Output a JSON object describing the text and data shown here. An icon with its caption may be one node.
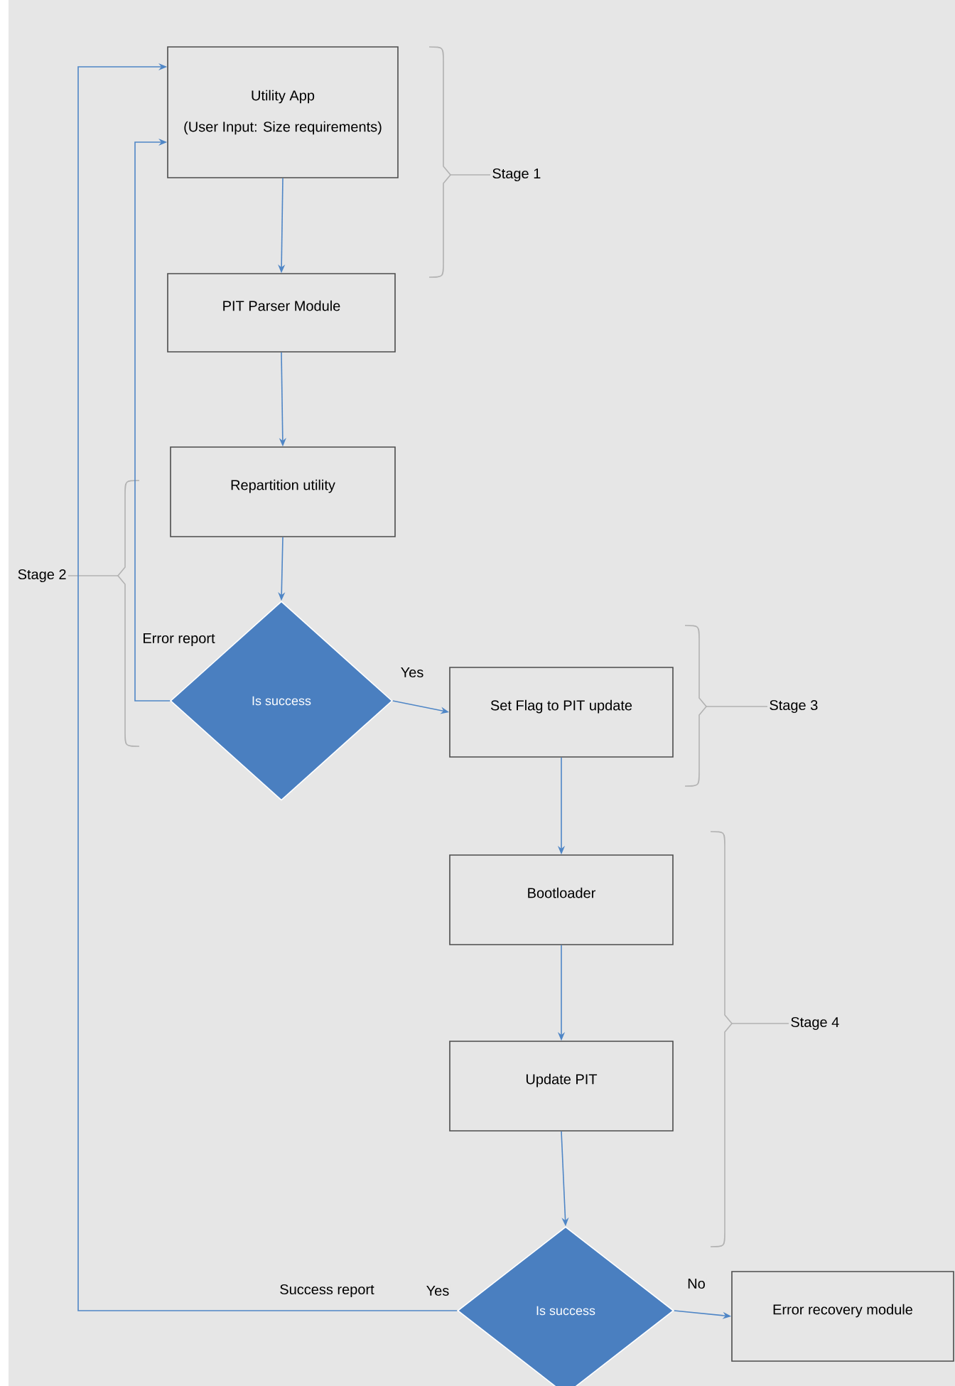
{
  "diagram": {
    "nodes": [
      {
        "text": [
          "Utility App",
          "(User Input: Size requirements)"
        ]
      },
      {
        "text": [
          "PIT Parser Module"
        ]
      },
      {
        "text": [
          "Repartition utility"
        ]
      },
      {
        "text": [
          "Is success"
        ]
      },
      {
        "text": [
          "Set Flag to PIT update"
        ]
      },
      {
        "text": [
          "Bootloader"
        ]
      },
      {
        "text": [
          "Update PIT"
        ]
      },
      {
        "text": [
          "Is success"
        ]
      },
      {
        "text": [
          "Error recovery module"
        ]
      }
    ],
    "edges": [
      {
        "from": 0,
        "to": 1,
        "arrow": "to"
      },
      {
        "from": 1,
        "to": 2,
        "arrow": "to"
      },
      {
        "from": 2,
        "to": 3,
        "arrow": "to"
      },
      {
        "from": 3,
        "to": 4,
        "arrow": "to",
        "label": "Yes"
      },
      {
        "from": 3,
        "to": 0,
        "arrow": "to",
        "label": "Error report"
      },
      {
        "from": 4,
        "to": 5,
        "arrow": "to"
      },
      {
        "from": 5,
        "to": 6,
        "arrow": "to"
      },
      {
        "from": 6,
        "to": 7,
        "arrow": "to"
      },
      {
        "from": 7,
        "to": 8,
        "arrow": "to",
        "label": "No"
      },
      {
        "from": 7,
        "to": 0,
        "arrow": "to",
        "label": "Success report"
      }
    ],
    "labels": [
      "Stage 1",
      "Stage 2",
      "Stage 3",
      "Stage 4",
      "Yes"
    ]
  }
}
